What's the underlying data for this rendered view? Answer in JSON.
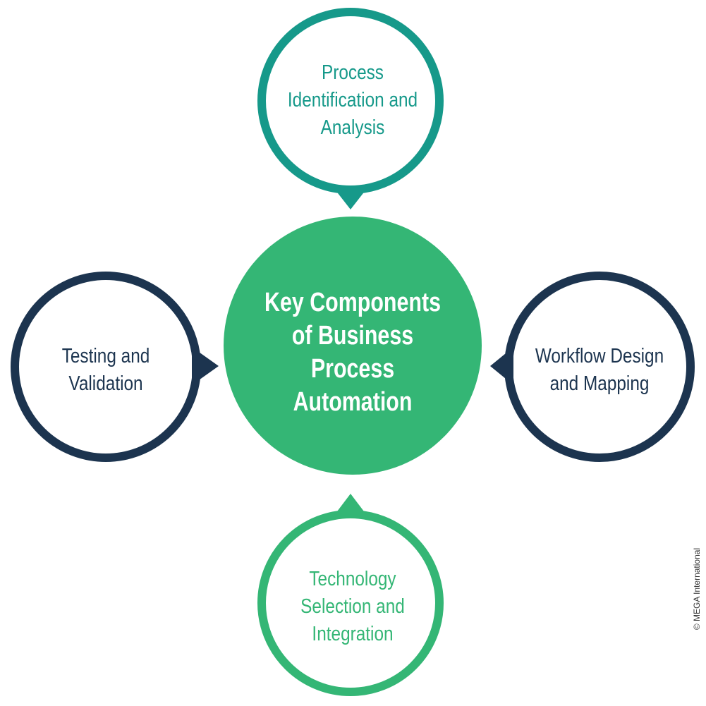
{
  "diagram": {
    "center": {
      "lines": [
        "Key Components",
        "of Business",
        "Process",
        "Automation"
      ],
      "color": "#34b675",
      "text_color": "#ffffff"
    },
    "top": {
      "lines": [
        "Process",
        "Identification and",
        "Analysis"
      ],
      "color": "#16998a"
    },
    "right": {
      "lines": [
        "Workflow Design",
        "and Mapping"
      ],
      "color": "#1c344f"
    },
    "bottom": {
      "lines": [
        "Technology",
        "Selection and",
        "Integration"
      ],
      "color": "#34b675"
    },
    "left": {
      "lines": [
        "Testing and",
        "Validation"
      ],
      "color": "#1c344f"
    }
  },
  "copyright": "© MEGA International"
}
